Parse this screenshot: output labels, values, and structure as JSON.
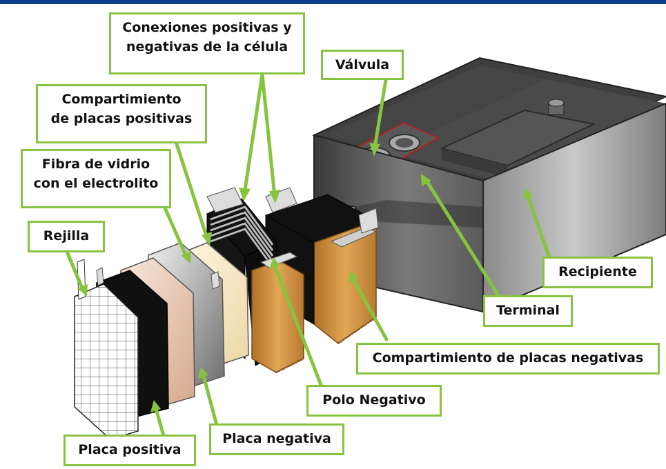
{
  "colors": {
    "accent_bar": "#0d3f86",
    "label_border": "#86c440",
    "arrow": "#86c440",
    "copper": "#c9893b",
    "battery_case": "#4a4a4a"
  },
  "labels": {
    "conexiones": [
      "Conexiones positivas y",
      "negativas de la célula"
    ],
    "valvula": "Válvula",
    "comp_positivas": [
      "Compartimiento",
      "de placas positivas"
    ],
    "fibra": [
      "Fibra de vidrio",
      "con el electrolito"
    ],
    "rejilla": "Rejilla",
    "recipiente": "Recipiente",
    "terminal": "Terminal",
    "comp_negativas": "Compartimiento  de placas negativas",
    "polo_negativo": "Polo Negativo",
    "placa_negativa": "Placa negativa",
    "placa_positiva": "Placa positiva"
  }
}
